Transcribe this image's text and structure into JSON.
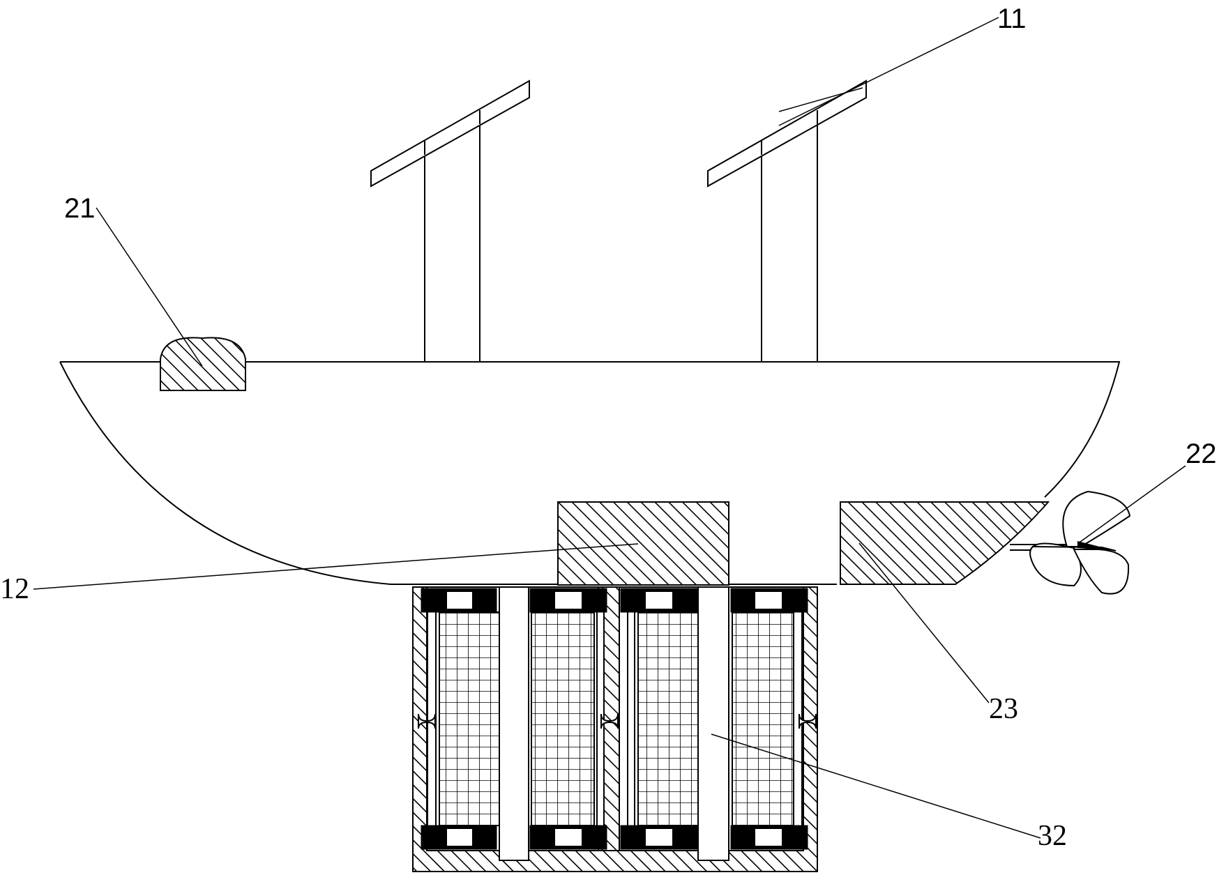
{
  "labels": {
    "callout_11": "11",
    "callout_12": "12",
    "callout_21": "21",
    "callout_22": "22",
    "callout_23": "23",
    "callout_32": "32"
  },
  "colors": {
    "stroke": "#000000",
    "background": "#ffffff"
  }
}
